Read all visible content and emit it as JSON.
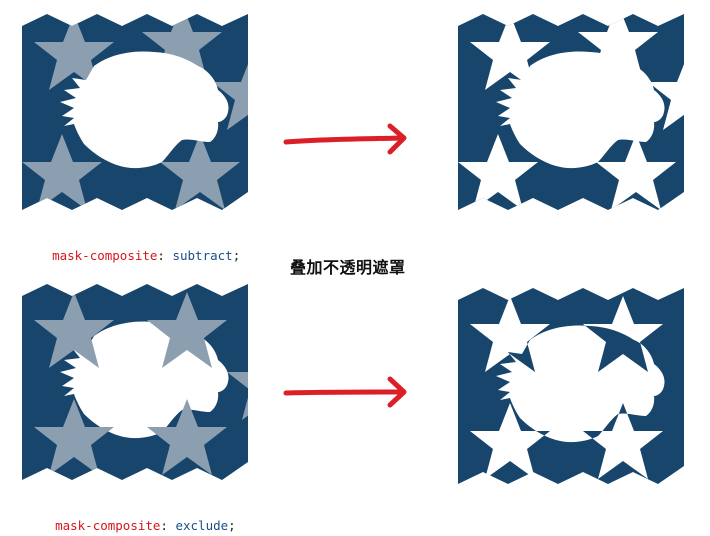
{
  "caption": "叠加不透明遮罩",
  "examples": [
    {
      "property": "mask-composite",
      "colon": ":",
      "value": "subtract",
      "semicolon": ";"
    },
    {
      "property": "mask-composite",
      "colon": ":",
      "value": "exclude",
      "semicolon": ";"
    }
  ],
  "colors": {
    "navy": "#17456b",
    "star": "#8c9fb1",
    "arrow": "#dc1f26",
    "property": "#d7161b",
    "value": "#1a4f8a"
  }
}
